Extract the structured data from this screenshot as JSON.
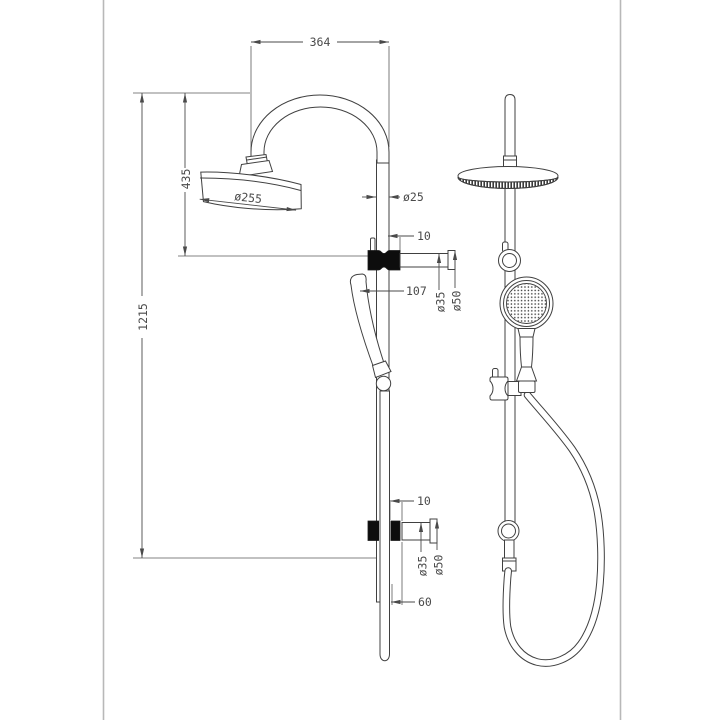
{
  "sheet": {
    "background": "#ffffff",
    "border_color": "#b8b8b8",
    "line_color": "#404040",
    "dim_text_color": "#4a4a4a",
    "connector_fill": "#0d0d0d"
  },
  "views": {
    "side": {
      "dims": {
        "arm_reach": "364",
        "head_drop": "435",
        "total_height": "1215",
        "head_diameter": "ø255",
        "pipe_diameter": "ø25",
        "top_outlet_offset": "10",
        "top_outlet_reach": "107",
        "top_outlet_pipe": "ø35",
        "top_outlet_flange": "ø50",
        "bottom_outlet_offset": "10",
        "bottom_outlet_pipe": "ø35",
        "bottom_outlet_flange": "ø50",
        "bottom_outlet_reach": "60"
      }
    },
    "front": {}
  }
}
